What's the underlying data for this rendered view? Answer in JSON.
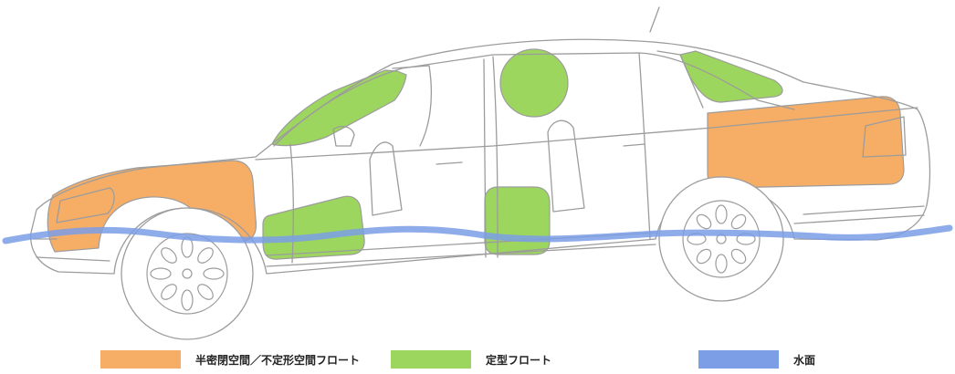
{
  "colors": {
    "semi_sealed": "#F6AE66",
    "fixed_float": "#9DD65E",
    "water_surface": "#7B9EE6",
    "outline": "#9C9C9C"
  },
  "legend": [
    {
      "label": "半密閉空間／不定形空間フロート",
      "color_key": "semi_sealed"
    },
    {
      "label": "定型フロート",
      "color_key": "fixed_float"
    },
    {
      "label": "水面",
      "color_key": "water_surface"
    }
  ]
}
